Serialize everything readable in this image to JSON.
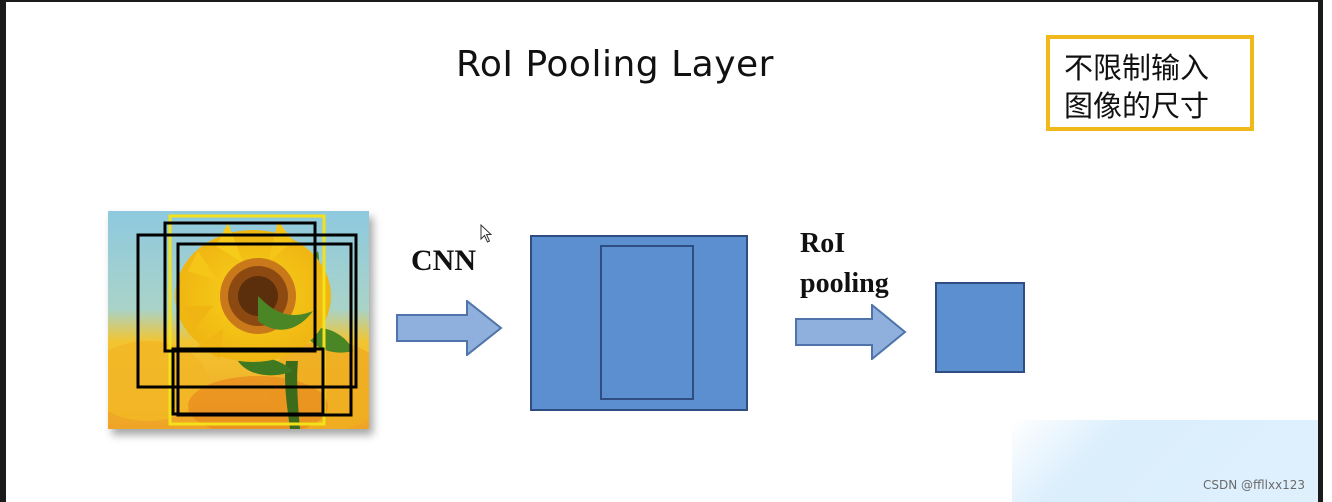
{
  "slide": {
    "title": "RoI Pooling Layer",
    "note_line1": "不限制输入",
    "note_line2": "图像的尺寸",
    "cnn_label": "CNN",
    "roi_label_line1": "RoI",
    "roi_label_line2": "pooling",
    "watermark": "CSDN @ffllxx123"
  },
  "colors": {
    "note_border": "#f1b81c",
    "feature_map_fill": "#5b8fd0",
    "feature_map_border": "#2f4d80",
    "arrow_fill": "#8fb0dc",
    "roi_box_yellow": "#f3e21a",
    "roi_box_black": "#000000"
  },
  "icons": {
    "cursor": "mouse-pointer-icon",
    "arrow": "right-arrow-icon"
  }
}
